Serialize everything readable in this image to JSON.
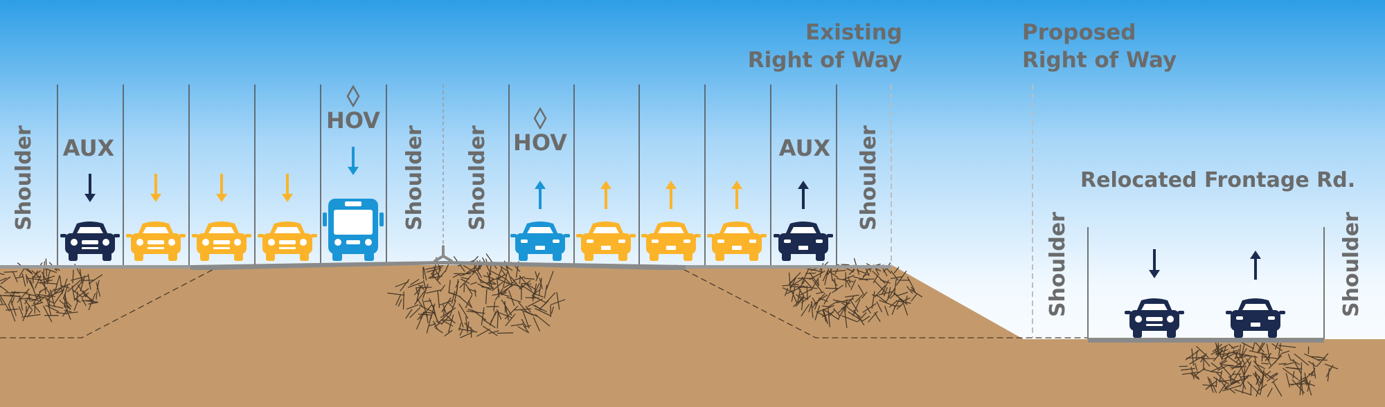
{
  "labels": {
    "shoulder": "Shoulder",
    "aux": "AUX",
    "hov": "HOV",
    "existing_row_line1": "Existing",
    "existing_row_line2": "Right of Way",
    "proposed_row_line1": "Proposed",
    "proposed_row_line2": "Right of Way",
    "frontage": "Relocated Frontage Rd."
  },
  "lanes": [
    {
      "type": "aux",
      "vehicle": "car",
      "direction": "down",
      "color": "navy"
    },
    {
      "type": "general",
      "vehicle": "car",
      "direction": "down",
      "color": "yellow"
    },
    {
      "type": "general",
      "vehicle": "car",
      "direction": "down",
      "color": "yellow"
    },
    {
      "type": "general",
      "vehicle": "car",
      "direction": "down",
      "color": "yellow"
    },
    {
      "type": "hov",
      "vehicle": "bus",
      "direction": "down",
      "color": "blue"
    },
    {
      "type": "hov",
      "vehicle": "car",
      "direction": "up",
      "color": "blue"
    },
    {
      "type": "general",
      "vehicle": "car",
      "direction": "up",
      "color": "yellow"
    },
    {
      "type": "general",
      "vehicle": "car",
      "direction": "up",
      "color": "yellow"
    },
    {
      "type": "general",
      "vehicle": "car",
      "direction": "up",
      "color": "yellow"
    },
    {
      "type": "aux",
      "vehicle": "car",
      "direction": "up",
      "color": "navy"
    }
  ],
  "frontage_lanes": [
    {
      "vehicle": "car",
      "direction": "down",
      "color": "navy"
    },
    {
      "vehicle": "car",
      "direction": "up",
      "color": "navy"
    }
  ],
  "colors": {
    "navy": "#1b2a4e",
    "yellow": "#fbb42a",
    "blue": "#1a95d6",
    "ground": "#c49a6c",
    "road": "#8a8a8a",
    "sky_top": "#2d9ee6",
    "sky_bottom": "#ffffff",
    "label_gray": "#6b6b6b"
  }
}
